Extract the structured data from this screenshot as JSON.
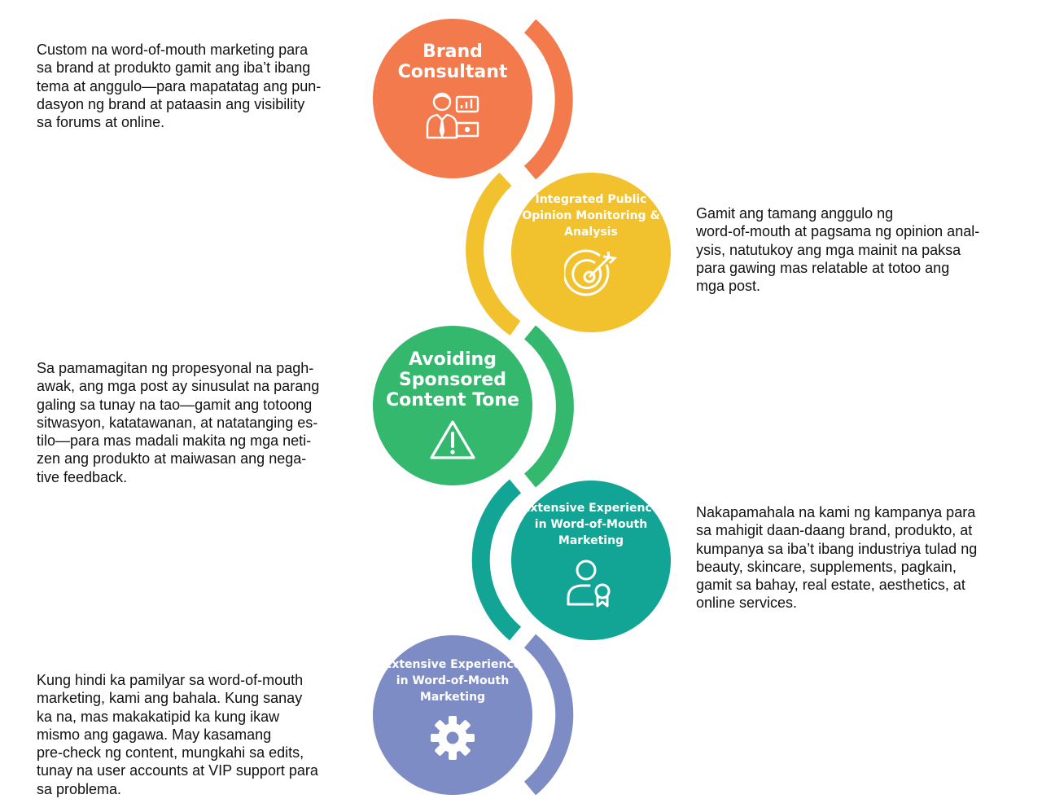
{
  "colors": {
    "orange": "#F27A4C",
    "yellow": "#F2C12E",
    "green": "#33B86E",
    "teal": "#12A595",
    "lavender": "#7D8CC4"
  },
  "steps": [
    {
      "title": "Brand\nConsultant",
      "icon": "consultant-laptop-icon",
      "description": "Custom na word-of-mouth marketing para\nsa brand at produkto gamit ang iba’t ibang\ntema at anggulo—para mapatatag ang pun-\ndasyon ng brand at pataasin ang visibility\nsa forums at online."
    },
    {
      "title": "Integrated Public\nOpinion Monitoring &\nAnalysis",
      "icon": "target-arrow-icon",
      "description": "Gamit ang tamang anggulo ng\nword-of-mouth at pagsama ng opinion anal-\nysis, natutukoy ang mga mainit na paksa\npara gawing mas relatable at totoo ang\nmga post."
    },
    {
      "title": "Avoiding\nSponsored\nContent Tone",
      "icon": "warning-triangle-icon",
      "description": "Sa pamamagitan ng propesyonal na pagh-\nawak, ang mga post ay sinusulat na parang\ngaling sa tunay na tao—gamit ang totoong\nsitwasyon, katatawanan, at natatanging es-\ntilo—para mas madali makita ng mga neti-\nzen ang produkto at maiwasan ang nega-\ntive feedback."
    },
    {
      "title": "Extensive Experience\nin Word-of-Mouth\nMarketing",
      "icon": "certified-user-icon",
      "description": "Nakapamahala na kami ng kampanya para\nsa mahigit daan-daang brand, produkto, at\nkumpanya sa iba’t ibang industriya tulad ng\nbeauty, skincare, supplements, pagkain,\ngamit sa bahay, real estate, aesthetics, at\nonline services."
    },
    {
      "title": "Extensive Experience\nin Word-of-Mouth\nMarketing",
      "icon": "gear-icon",
      "description": "Kung hindi ka pamilyar sa word-of-mouth\nmarketing, kami ang bahala. Kung sanay\nka na, mas makakatipid ka kung ikaw\nmismo ang gagawa. May kasamang\npre-check ng content, mungkahi sa edits,\ntunay na user accounts at VIP support para\nsa problema."
    }
  ]
}
